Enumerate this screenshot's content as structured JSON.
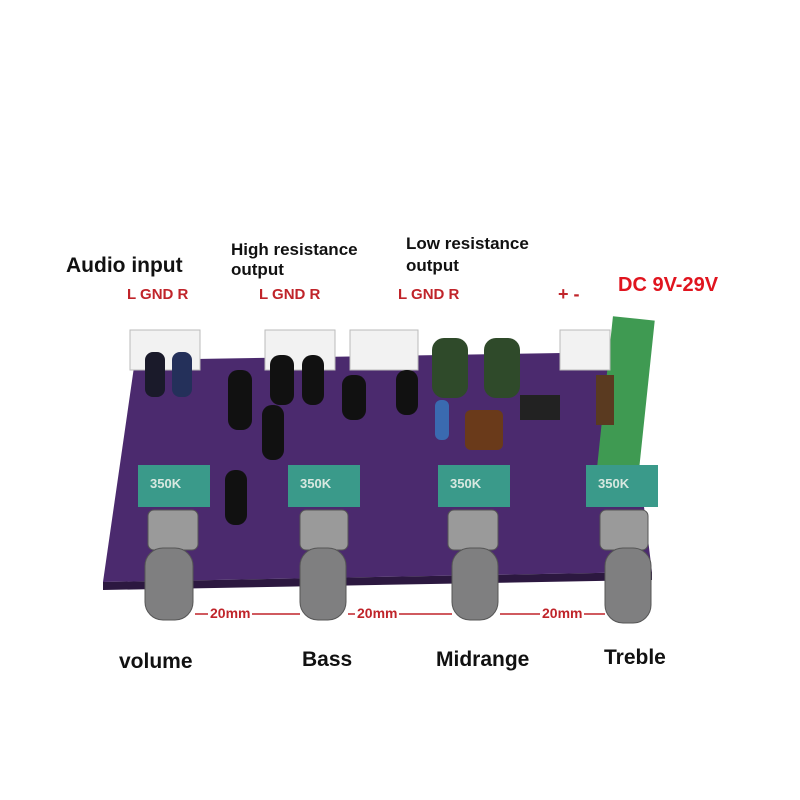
{
  "labels": {
    "audio_input": "Audio input",
    "high_res_line1": "High resistance",
    "high_res_line2": "output",
    "low_res_line1": "Low resistance",
    "low_res_line2": "output",
    "pins_input": "L GND R",
    "pins_high": "L GND R",
    "pins_low": "L GND R",
    "power_polarity": "+ -",
    "power_spec": "DC  9V-29V"
  },
  "spacing": [
    "20mm",
    "20mm",
    "20mm"
  ],
  "knobs": [
    {
      "name": "volume",
      "pot_value": "350K"
    },
    {
      "name": "Bass",
      "pot_value": "350K"
    },
    {
      "name": "Midrange",
      "pot_value": "350K"
    },
    {
      "name": "Treble",
      "pot_value": "350K"
    }
  ],
  "colors": {
    "board": "#4b2a6e",
    "pot": "#3a9a8a",
    "accent_red": "#c0242a"
  }
}
